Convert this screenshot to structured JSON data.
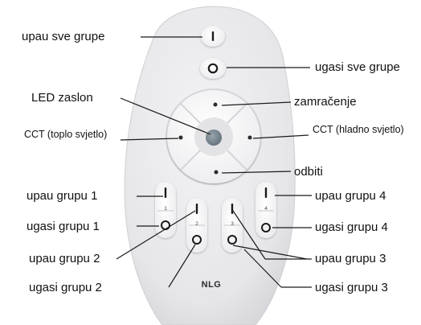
{
  "labels": {
    "all_on": "upau sve grupe",
    "all_off": "ugasi sve grupe",
    "led_display": "LED zaslon",
    "dim": "zamračenje",
    "cct_warm": "CCT (toplo svjetlo)",
    "cct_cold": "CCT (hladno svjetlo)",
    "cancel": "odbiti",
    "on_group_1": "upau grupu 1",
    "off_group_1": "ugasi grupu 1",
    "on_group_2": "upau grupu 2",
    "off_group_2": "ugasi grupu 2",
    "on_group_3": "upau grupu 3",
    "off_group_3": "ugasi grupu 3",
    "on_group_4": "upau grupu 4",
    "off_group_4": "ugasi grupu 4"
  },
  "remote": {
    "brand": "NLG",
    "group_numbers": [
      "1",
      "2",
      "3",
      "4"
    ]
  },
  "colors": {
    "remote_body": "#ebebed",
    "button": "#f7f7f8",
    "led": "#7c8a94",
    "lines": "#1a1a1a"
  }
}
